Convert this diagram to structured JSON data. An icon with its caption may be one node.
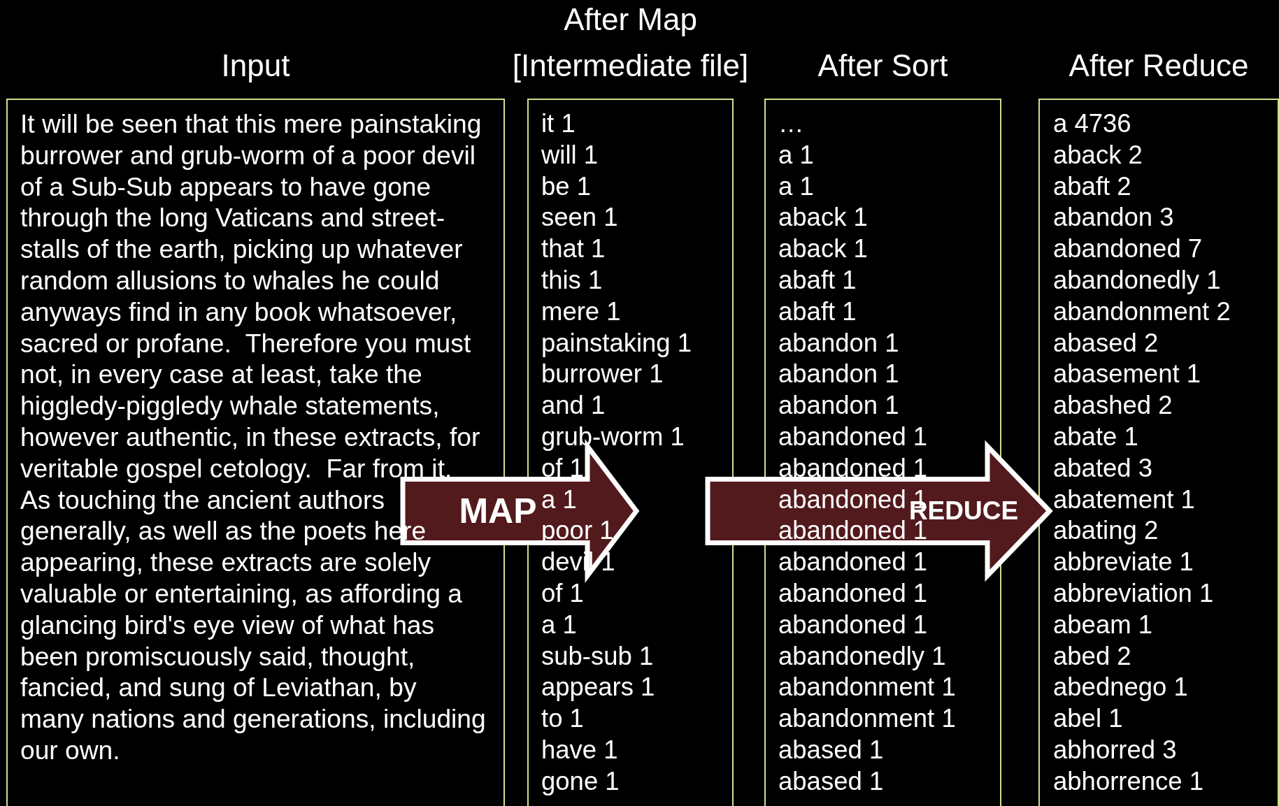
{
  "diagram": {
    "nodes": [
      {
        "text": [
          "Input",
          "It will be seen that this mere painstaking burrower and grub-worm of a poor devil of a Sub-Sub appears to have gone through the long Vaticans and street-stalls of the earth, picking up whatever random allusions to whales he could anyways find in any book whatsoever, sacred or profane.  Therefore you must not, in every case at least, take the higgledy-piggledy whale statements, however authentic, in these extracts, for veritable gospel cetology.  Far from it. As touching the ancient authors generally, as well as the poets here appearing, these extracts are solely valuable or entertaining, as affording a glancing bird's eye view of what has been promiscuously said, thought, fancied, and sung of Leviathan, by many nations and generations, including our own."
        ]
      },
      {
        "text": [
          "After Map [Intermediate file]",
          "it 1",
          "will 1",
          "be 1",
          "seen 1",
          "that 1",
          "this 1",
          "mere 1",
          "painstaking 1",
          "burrower 1",
          "and 1",
          "grub-worm 1",
          "of 1",
          "a 1",
          "poor 1",
          "devil 1",
          "of 1",
          "a 1",
          "sub-sub 1",
          "appears 1",
          "to 1",
          "have 1",
          "gone 1"
        ]
      },
      {
        "text": [
          "After Sort",
          "…",
          "a 1",
          "a 1",
          "aback 1",
          "aback 1",
          "abaft 1",
          "abaft 1",
          "abandon 1",
          "abandon 1",
          "abandon 1",
          "abandoned 1",
          "abandoned 1",
          "abandoned 1",
          "abandoned 1",
          "abandoned 1",
          "abandoned 1",
          "abandoned 1",
          "abandonedly 1",
          "abandonment 1",
          "abandonment 1",
          "abased 1",
          "abased 1"
        ]
      },
      {
        "text": [
          "After Reduce",
          "a 4736",
          "aback 2",
          "abaft 2",
          "abandon 3",
          "abandoned 7",
          "abandonedly 1",
          "abandonment 2",
          "abased 2",
          "abasement 1",
          "abashed 2",
          "abate 1",
          "abated 3",
          "abatement 1",
          "abating 2",
          "abbreviate 1",
          "abbreviation 1",
          "abeam 1",
          "abed 2",
          "abednego 1",
          "abel 1",
          "abhorred 3",
          "abhorrence 1"
        ]
      }
    ],
    "edges": [
      {
        "from": 0,
        "to": 1,
        "arrow": "to",
        "label": "MAP"
      },
      {
        "from": 1,
        "to": 3,
        "arrow": "to",
        "label": "REDUCE"
      }
    ]
  }
}
